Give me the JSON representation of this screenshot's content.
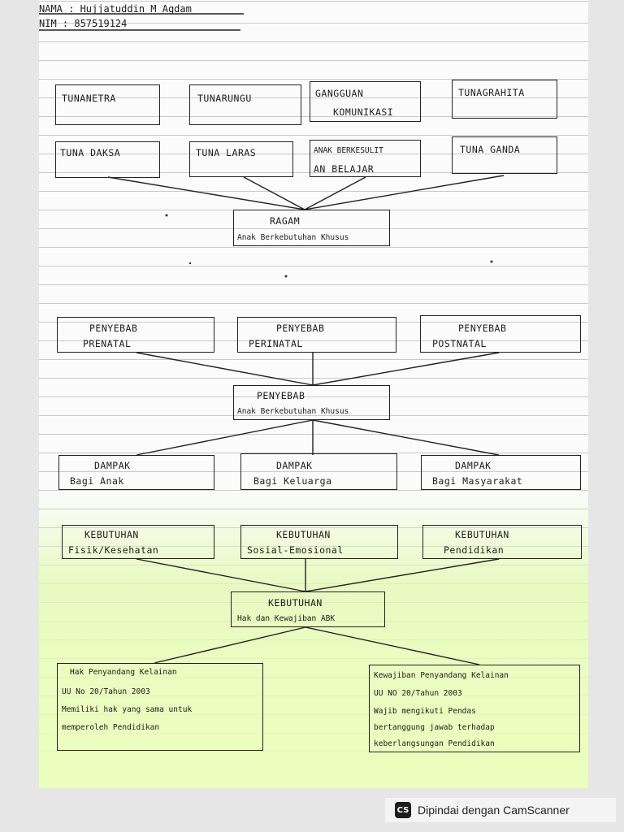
{
  "header": {
    "nama": "NAMA : Hujjatuddin M Aqdam",
    "nim": "NIM   : 857519124"
  },
  "ragam": {
    "row1": [
      "TUNANETRA",
      "TUNARUNGU",
      "GANGGUAN",
      "KOMUNIKASI",
      "TUNAGRAHITA"
    ],
    "row2": [
      "TUNA DAKSA",
      "TUNA LARAS",
      "ANAK BERKESULIT",
      "AN BELAJAR",
      "TUNA GANDA"
    ],
    "center_title": "RAGAM",
    "center_sub": "Anak Berkebutuhan Khusus"
  },
  "penyebab": {
    "top": [
      {
        "line1": "PENYEBAB",
        "line2": "PRENATAL"
      },
      {
        "line1": "PENYEBAB",
        "line2": "PERINATAL"
      },
      {
        "line1": "PENYEBAB",
        "line2": "POSTNATAL"
      }
    ],
    "center_title": "PENYEBAB",
    "center_sub": "Anak Berkebutuhan Khusus",
    "dampak": [
      {
        "line1": "DAMPAK",
        "line2": "Bagi Anak"
      },
      {
        "line1": "DAMPAK",
        "line2": "Bagi Keluarga"
      },
      {
        "line1": "DAMPAK",
        "line2": "Bagi Masyarakat"
      }
    ]
  },
  "kebutuhan": {
    "top": [
      {
        "line1": "KEBUTUHAN",
        "line2": "Fisik/Kesehatan"
      },
      {
        "line1": "KEBUTUHAN",
        "line2": "Sosial-Emosional"
      },
      {
        "line1": "KEBUTUHAN",
        "line2": "Pendidikan"
      }
    ],
    "center_title": "KEBUTUHAN",
    "center_sub": "Hak dan Kewajiban ABK",
    "hak": [
      "Hak Penyandang Kelainan",
      "UU No 20/Tahun 2003",
      "Memiliki hak yang sama untuk",
      "memperoleh Pendidikan"
    ],
    "kewajiban": [
      "Kewajiban Penyandang Kelainan",
      "UU NO 20/Tahun 2003",
      "Wajib mengikuti Pendas",
      "bertanggung jawab terhadap",
      "keberlangsungan Pendidikan"
    ]
  },
  "watermark": {
    "icon": "CS",
    "text": "Dipindai dengan CamScanner"
  }
}
